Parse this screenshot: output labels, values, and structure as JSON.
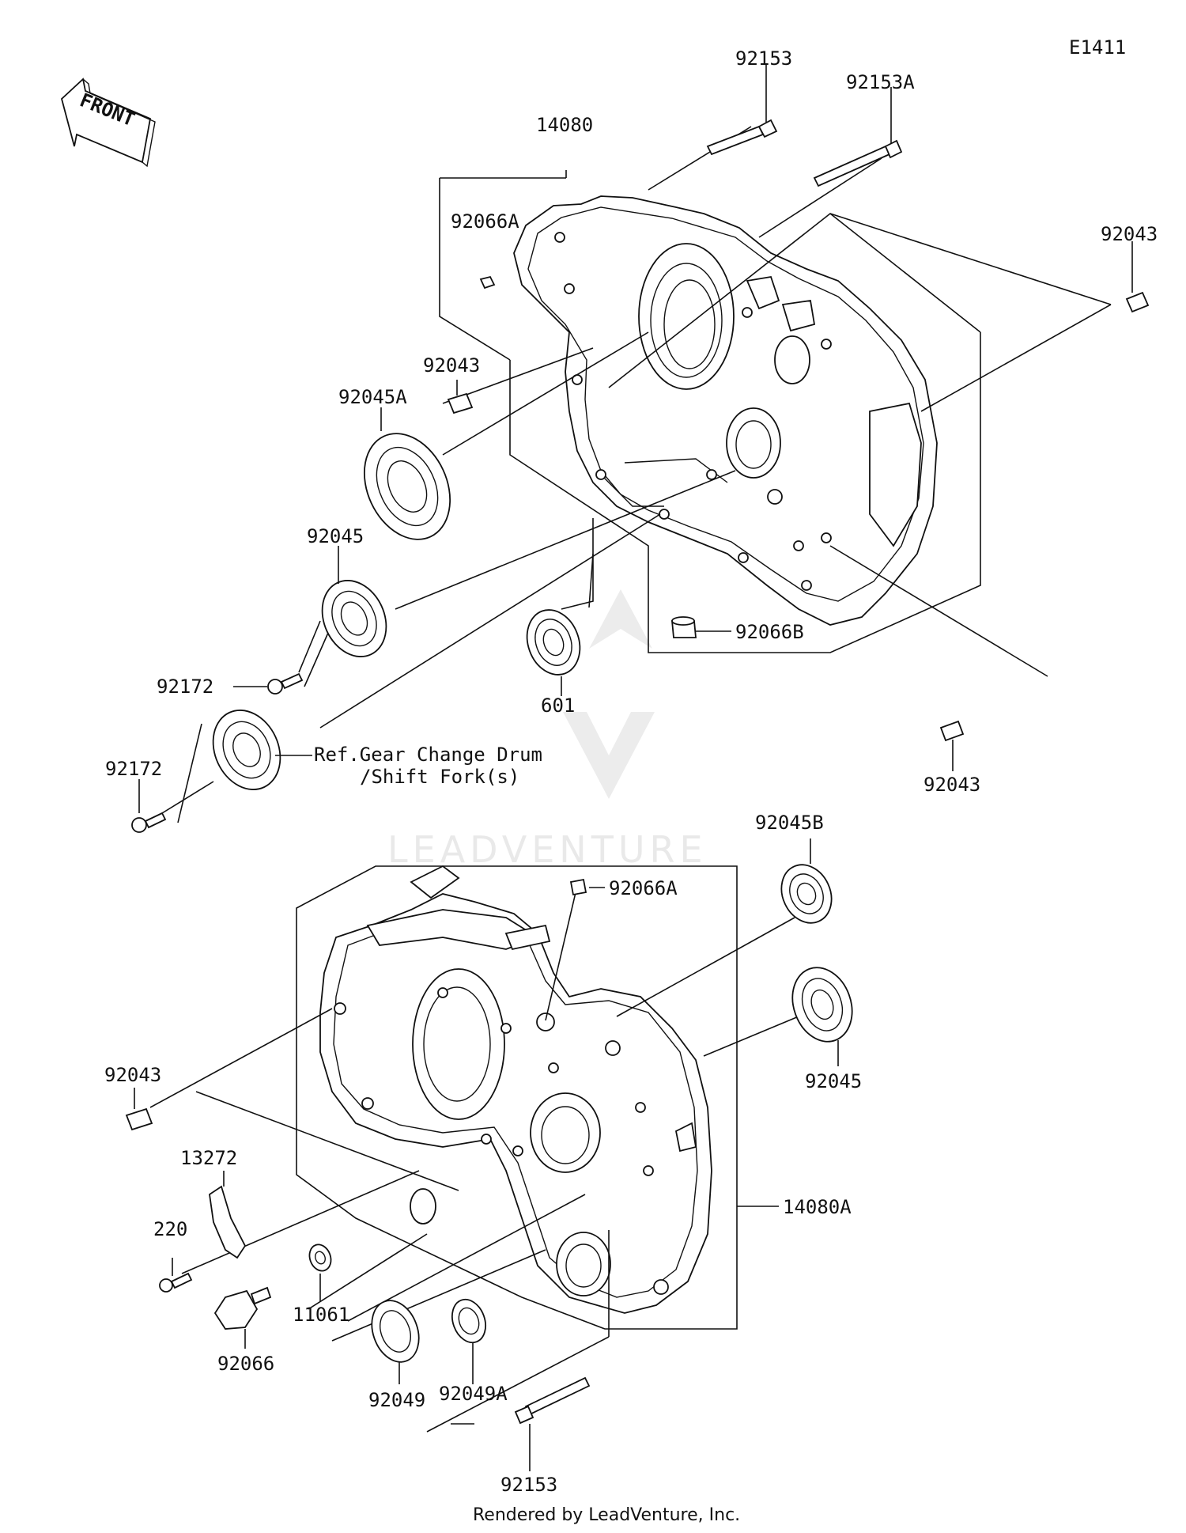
{
  "diagram_code": "E1411",
  "front_arrow_label": "FRONT",
  "reference_note_line1": "Ref.Gear Change Drum",
  "reference_note_line2": "/Shift Fork(s)",
  "footer": "Rendered by LeadVenture, Inc.",
  "watermark": "LEADVENTURE",
  "callouts": {
    "p92153_top": "92153",
    "p92153A": "92153A",
    "p14080": "14080",
    "p92066A_top": "92066A",
    "p92043_top_right": "92043",
    "p92043_left_top": "92043",
    "p92045A": "92045A",
    "p92045": "92045",
    "p92172_a": "92172",
    "p92172_b": "92172",
    "p601": "601",
    "p92066B": "92066B",
    "p92043_mid_right": "92043",
    "p92045B": "92045B",
    "p92066A_bottom": "92066A",
    "p92045_bottom": "92045",
    "p92043_left_bottom": "92043",
    "p13272": "13272",
    "p220": "220",
    "p14080A": "14080A",
    "p11061": "11061",
    "p92066": "92066",
    "p92049": "92049",
    "p92049A": "92049A",
    "p92153_bottom": "92153"
  }
}
